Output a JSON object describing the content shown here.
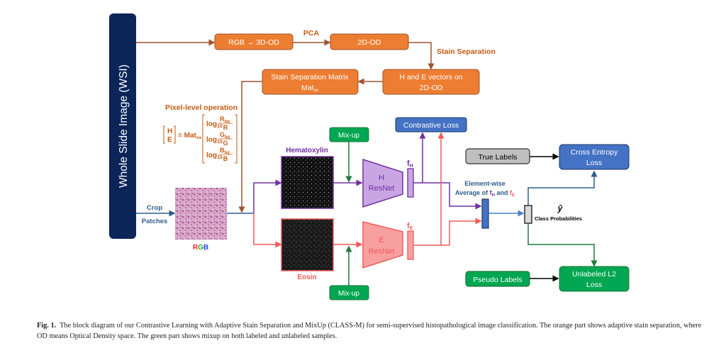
{
  "colors": {
    "orange": "#ed7d31",
    "orange_dark": "#c55a11",
    "orange_line": "#a0522d",
    "navy": "#0b2559",
    "blue_box": "#4472c4",
    "blue_line": "#2e5d8c",
    "purple": "#7030a0",
    "purple_fill": "#c9a6e3",
    "red": "#f15a5a",
    "red_fill": "#f8a0a0",
    "green": "#00a651",
    "green_dark": "#1e7a3a",
    "gray_fill": "#bfbfbf"
  },
  "wsi": {
    "label": "Whole Slide Image (WSI)"
  },
  "orange_part": {
    "rgb_to_od": "RGB → 3D-OD",
    "pca_label": "PCA",
    "od2d": "2D-OD",
    "stain_sep_label": "Stain Separation",
    "he_vectors_line1": "H and E vectors on",
    "he_vectors_line2": "2D-OD",
    "matrix_line1": "Stain Separation Matrix",
    "matrix_line2": "Mat",
    "matrix_sub": "ss",
    "pixel_op_label": "Pixel-level operation",
    "equation": {
      "lhs_top": "H",
      "lhs_bottom": "E",
      "equals": "= Mat",
      "mat_sub": "ss",
      "rows": [
        {
          "log": "log",
          "base": "10",
          "num": "R",
          "num_sub": "bg",
          "den": "R"
        },
        {
          "log": "log",
          "base": "10",
          "num": "G",
          "num_sub": "bg",
          "den": "G"
        },
        {
          "log": "log",
          "base": "10",
          "num": "B",
          "num_sub": "bg",
          "den": "B"
        }
      ]
    }
  },
  "input": {
    "crop_label": "Crop",
    "patches_label": "Patches",
    "rgb_letters": [
      "R",
      "G",
      "B"
    ]
  },
  "streams": {
    "hematoxylin_label": "Hematoxylin",
    "eosin_label": "Eosin",
    "mixup_top": "Mix-up",
    "mixup_bottom": "Mix-up",
    "h_resnet_line1": "H",
    "h_resnet_line2": "ResNet",
    "e_resnet_line1": "E",
    "e_resnet_line2": "ResNet",
    "fh": "f",
    "fh_sub": "H",
    "fe": "f",
    "fe_sub": "E"
  },
  "losses": {
    "contrastive": "Contrastive Loss",
    "true_labels": "True Labels",
    "cross_entropy_line1": "Cross Entropy",
    "cross_entropy_line2": "Loss",
    "pseudo_labels": "Pseudo Labels",
    "unlabeled_line1": "Unlabeled L2",
    "unlabeled_line2": "Loss"
  },
  "fusion": {
    "line1": "Element-wise",
    "line2_prefix": "Average of ",
    "fh": "f",
    "fh_sub": "H",
    "and": " and ",
    "fe": "f",
    "fe_sub": "E",
    "yhat": "ŷ",
    "class_prob": "Class Probabilities"
  },
  "caption": {
    "fig_label": "Fig. 1.",
    "text": "The block diagram of our Contrastive Learning with Adaptive Stain Separation and MixUp (CLASS-M) for semi-supervised histopathological image classification. The orange part shows adaptive stain separation, where OD means Optical Density space. The green part shows mixup on both labeled and unlabeled samples."
  }
}
